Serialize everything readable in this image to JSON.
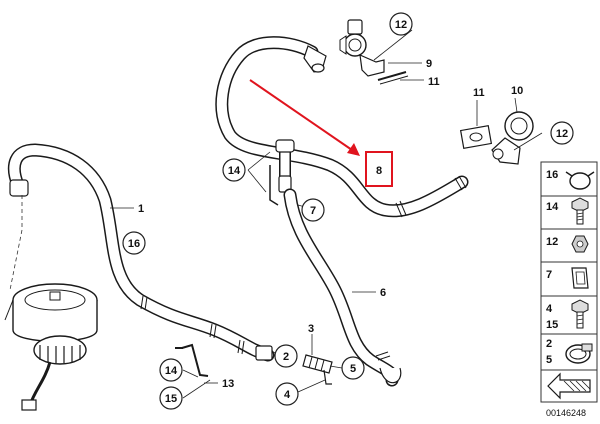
{
  "callouts": {
    "c12_top": "12",
    "c12_right": "12",
    "c14_mid": "14",
    "c7": "7",
    "c16": "16",
    "c2": "2",
    "c5": "5",
    "c4": "4",
    "c14_bottom": "14",
    "c15": "15"
  },
  "labels": {
    "l9": "9",
    "l11_top": "11",
    "l11_right": "11",
    "l10": "10",
    "l1": "1",
    "l6": "6",
    "l3": "3",
    "l13": "13"
  },
  "highlight": {
    "number": "8",
    "color": "#e0141e"
  },
  "legend": {
    "items": [
      {
        "label": "16",
        "part": "hose-clamp"
      },
      {
        "label": "14",
        "part": "hex-bolt"
      },
      {
        "label": "12",
        "part": "hex-nut"
      },
      {
        "label": "7",
        "part": "spring-clip"
      },
      {
        "label_top": "4",
        "label_bottom": "15",
        "part": "bolt-with-washer"
      },
      {
        "label_top": "2",
        "label_bottom": "5",
        "part": "worm-clamp"
      },
      {
        "label": "",
        "part": "arrow-icon"
      }
    ]
  },
  "reference_number": "00146248"
}
